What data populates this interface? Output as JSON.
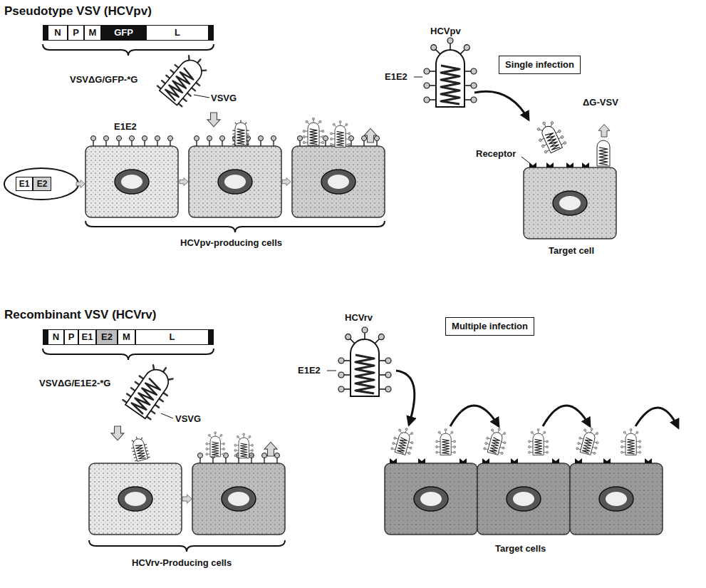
{
  "diagram": {
    "nodes": [
      {
        "text": [
          "N"
        ]
      },
      {
        "text": [
          "P"
        ]
      },
      {
        "text": [
          "M"
        ]
      },
      {
        "text": [
          "GFP"
        ]
      },
      {
        "text": [
          "L"
        ]
      },
      {
        "text": [
          "E1"
        ]
      },
      {
        "text": [
          "E2"
        ]
      },
      {
        "text": [
          "Single infection"
        ]
      },
      {
        "text": [
          "N"
        ]
      },
      {
        "text": [
          "P"
        ]
      },
      {
        "text": [
          "E1"
        ]
      },
      {
        "text": [
          "E2"
        ]
      },
      {
        "text": [
          "M"
        ]
      },
      {
        "text": [
          "L"
        ]
      },
      {
        "text": [
          "Multiple infection"
        ]
      }
    ],
    "labels": [
      "Pseudotype VSV (HCVpv)",
      "VSVΔG/GFP-*G",
      "VSVG",
      "E1E2",
      "HCVpv-producing cells",
      "HCVpv",
      "E1E2",
      "ΔG-VSV",
      "Receptor",
      "Target cell",
      "Recombinant VSV (HCVrv)",
      "VSVΔG/E1E2-*G",
      "VSVG",
      "HCVrv",
      "E1E2",
      "HCVrv-Producing cells",
      "Target cells"
    ]
  }
}
